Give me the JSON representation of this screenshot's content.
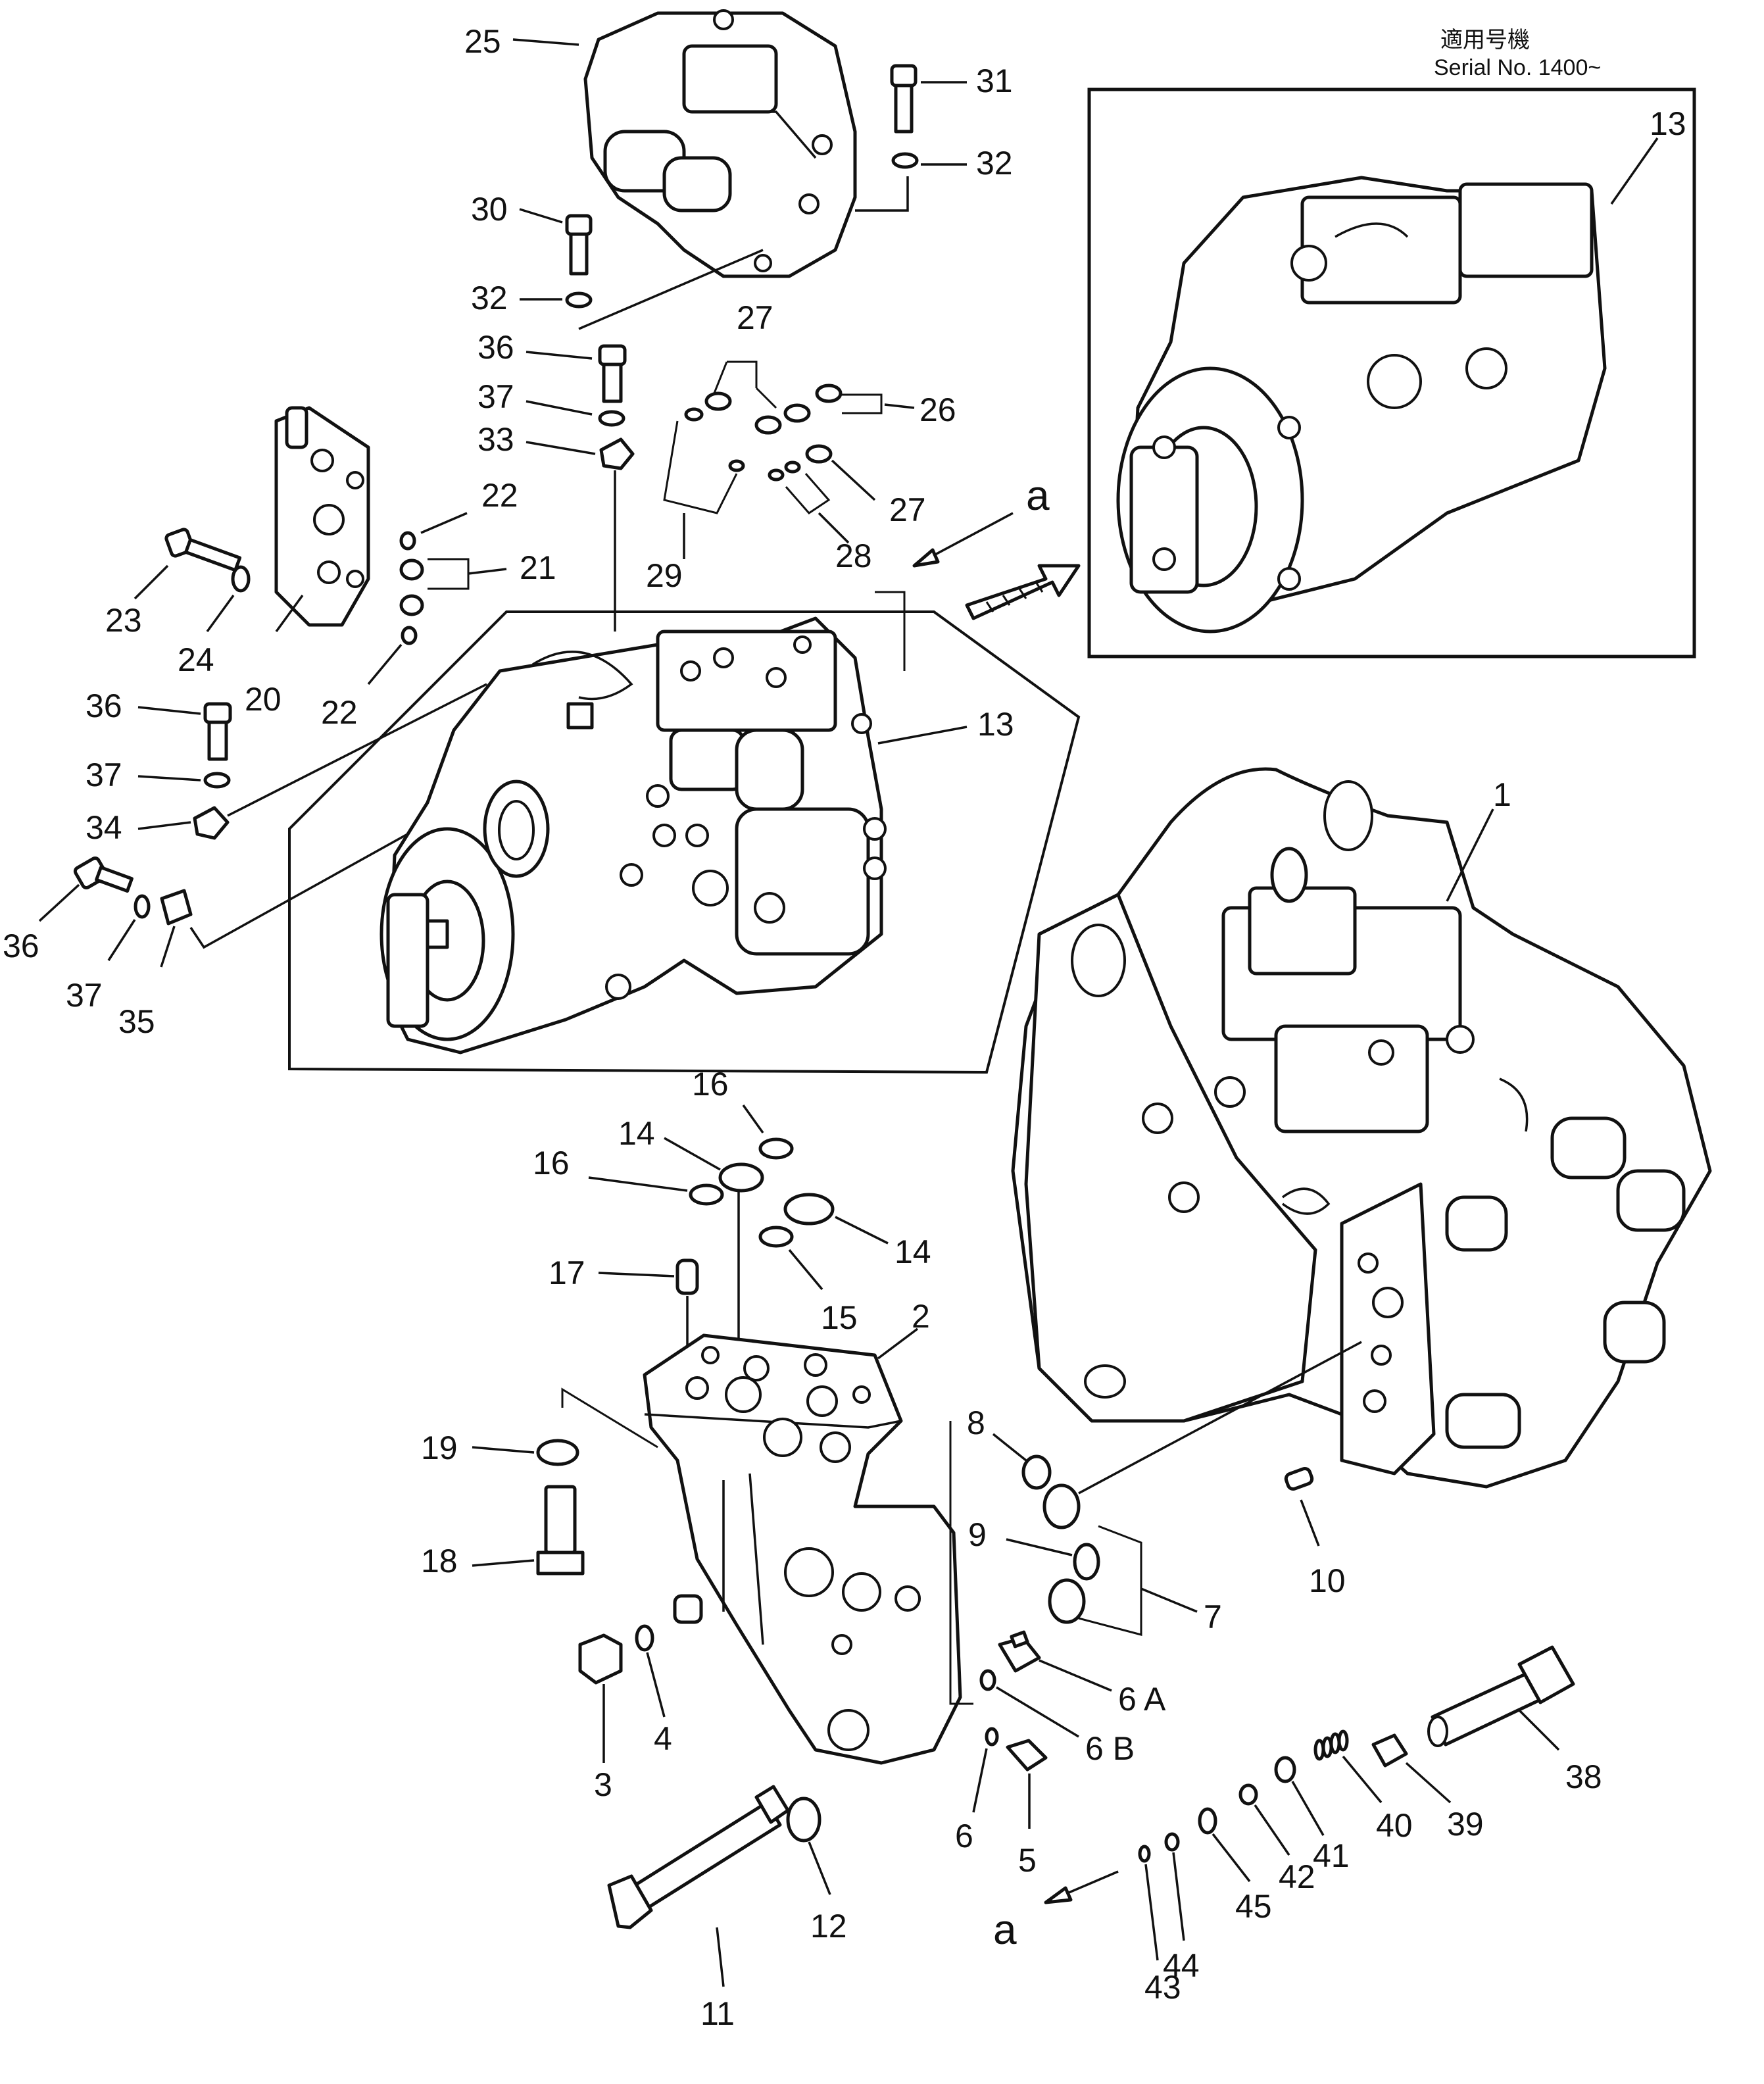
{
  "header": {
    "applicability_label": "適用号機",
    "serial_label": "Serial No. 1400~"
  },
  "view_marker": "a",
  "callouts": {
    "c1": "1",
    "c2": "2",
    "c3": "3",
    "c4": "4",
    "c5": "5",
    "c6": "6",
    "c6a": "6 A",
    "c6b": "6 B",
    "c7": "7",
    "c8": "8",
    "c9": "9",
    "c10": "10",
    "c11": "11",
    "c12": "12",
    "c13_inset": "13",
    "c13": "13",
    "c14a": "14",
    "c14b": "14",
    "c15": "15",
    "c16a": "16",
    "c16b": "16",
    "c17": "17",
    "c18": "18",
    "c19": "19",
    "c20": "20",
    "c21": "21",
    "c22a": "22",
    "c22b": "22",
    "c23": "23",
    "c24": "24",
    "c25": "25",
    "c26": "26",
    "c27a": "27",
    "c27b": "27",
    "c28": "28",
    "c29": "29",
    "c30": "30",
    "c31": "31",
    "c32a": "32",
    "c32b": "32",
    "c33": "33",
    "c34": "34",
    "c35": "35",
    "c36a": "36",
    "c36b": "36",
    "c36c": "36",
    "c37a": "37",
    "c37b": "37",
    "c37c": "37",
    "c38": "38",
    "c39": "39",
    "c40": "40",
    "c41": "41",
    "c42": "42",
    "c43": "43",
    "c44": "44",
    "c45": "45"
  }
}
